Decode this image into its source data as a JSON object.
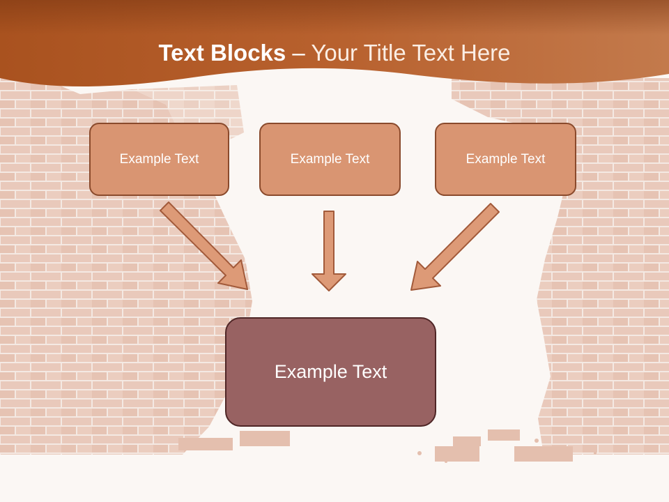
{
  "slide": {
    "title_bold": "Text Blocks",
    "title_dash": " – ",
    "title_light": "Your Title Text Here",
    "blocks": [
      {
        "label": "Example Text"
      },
      {
        "label": "Example Text"
      },
      {
        "label": "Example Text"
      }
    ],
    "main_block": {
      "label": "Example Text"
    }
  },
  "colors": {
    "header": "#b8612e",
    "block_fill": "#d99572",
    "main_fill": "#986262",
    "arrow_fill": "#dd9a77"
  }
}
